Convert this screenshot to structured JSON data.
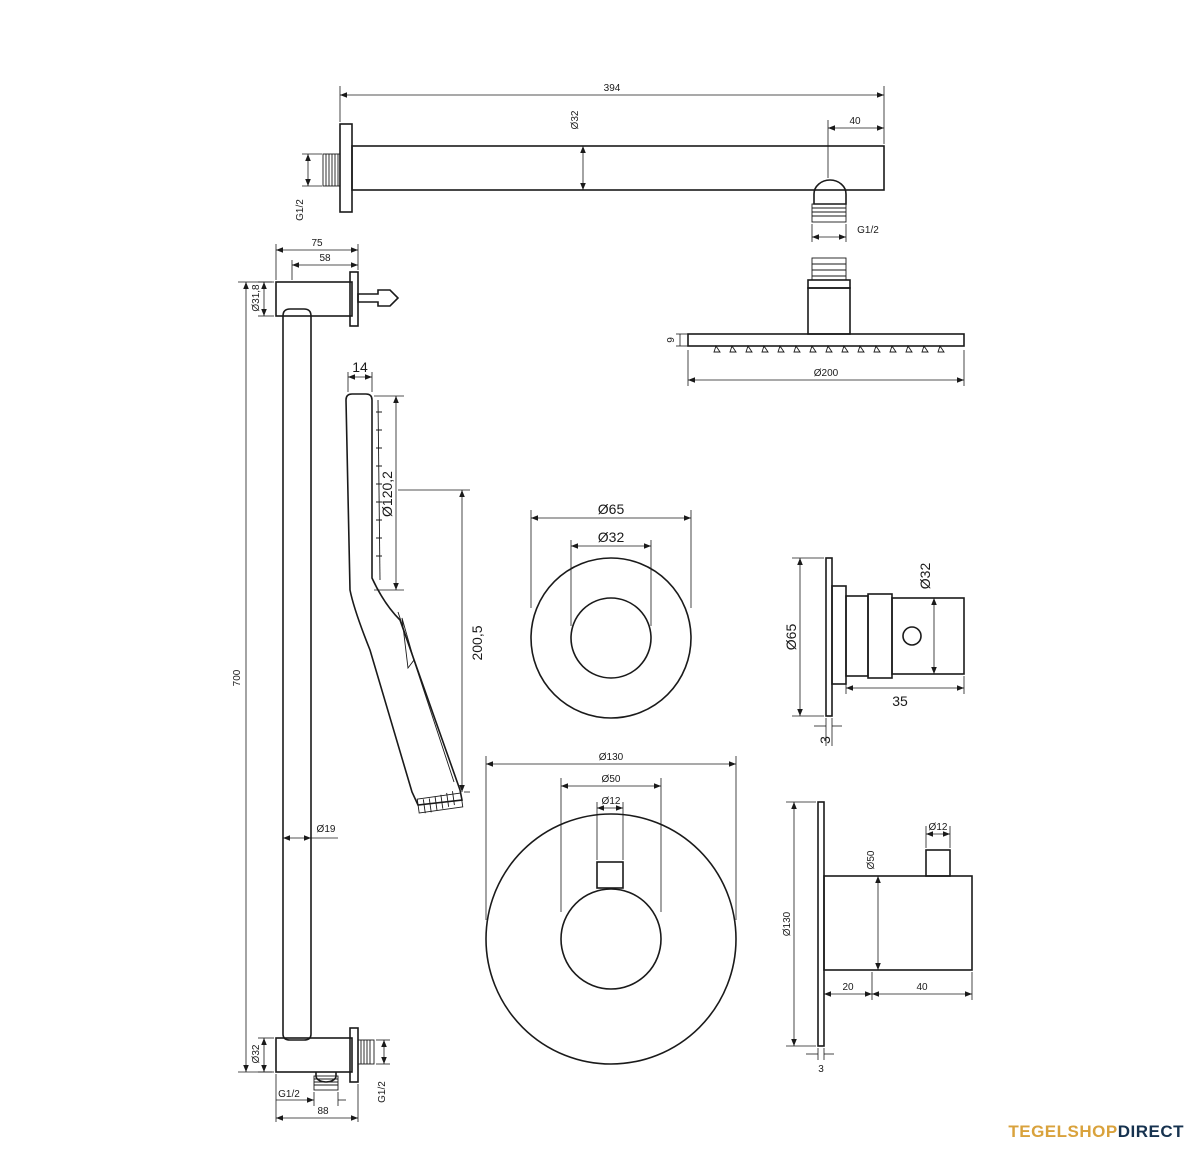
{
  "colors": {
    "line": "#1a1a1a",
    "brand_gold": "#d9a23c",
    "brand_navy": "#16324f"
  },
  "shower_arm": {
    "length": "394",
    "diameter": "Ø32",
    "outlet_offset": "40",
    "thread_wall": "G1/2",
    "thread_outlet": "G1/2"
  },
  "rain_head": {
    "height": "9",
    "diameter": "Ø200"
  },
  "slide_rail": {
    "top_depth": "75",
    "top_offset": "58",
    "top_bracket_diameter": "Ø31,8",
    "length": "700",
    "bar_diameter": "Ø19",
    "bottom_bracket_diameter": "Ø32",
    "thread_bottom": "G1/2",
    "thread_side": "G1/2",
    "bottom_depth": "88"
  },
  "hand_shower": {
    "thickness": "14",
    "head_diameter": "Ø120,2",
    "length": "200,5"
  },
  "small_rosette": {
    "outer": "Ø65",
    "inner": "Ø32",
    "side_outer": "Ø65",
    "side_inner": "Ø32",
    "depth": "35",
    "plate": "3"
  },
  "large_rosette": {
    "outer": "Ø130",
    "middle": "Ø50",
    "inner": "Ø12",
    "side_outer": "Ø130",
    "side_body": "Ø50",
    "side_knob": "Ø12",
    "depth_a": "20",
    "depth_b": "40",
    "plate": "3"
  },
  "brand": {
    "part1": "TEGELSHOP",
    "part2": "DIRECT"
  }
}
